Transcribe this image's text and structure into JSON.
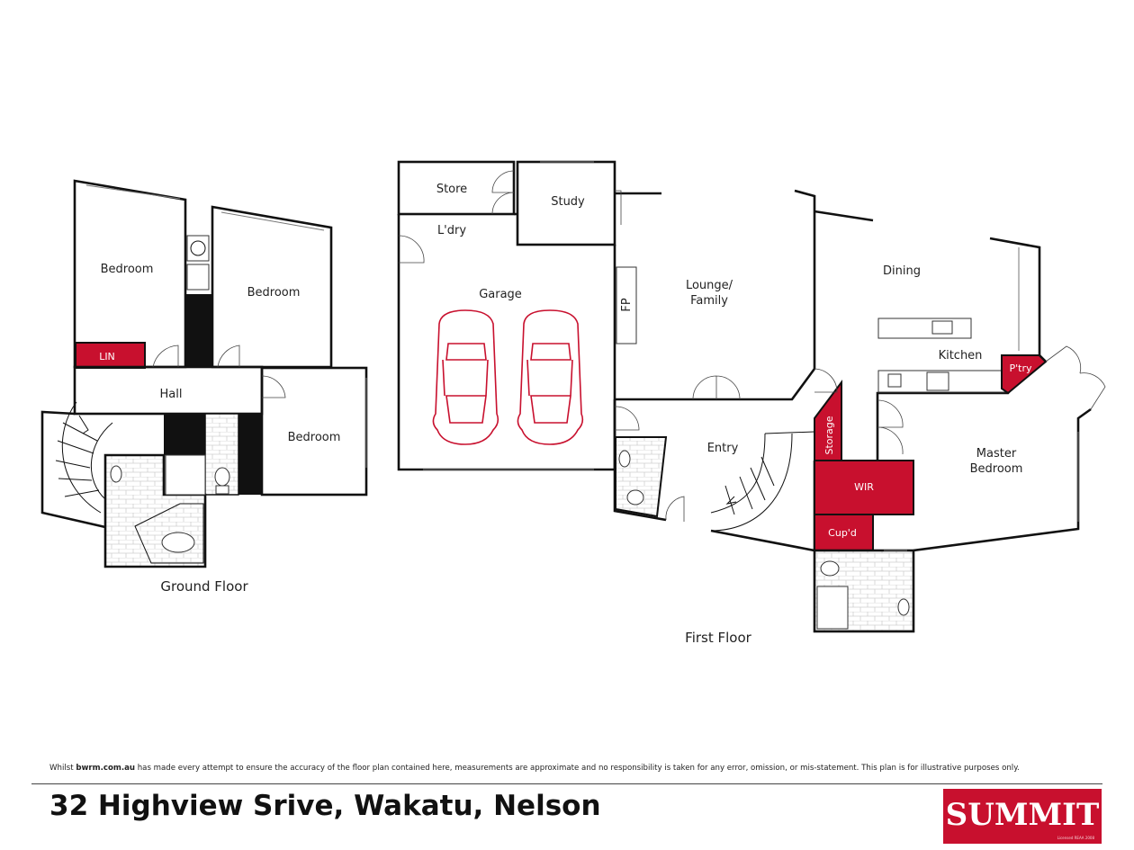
{
  "rooms": {
    "ground": {
      "bedroom_1": "Bedroom",
      "bedroom_2": "Bedroom",
      "bedroom_3": "Bedroom",
      "hall": "Hall",
      "linen": "LIN"
    },
    "first": {
      "store": "Store",
      "study": "Study",
      "laundry": "L'dry",
      "garage": "Garage",
      "fireplace": "FP",
      "lounge_line1": "Lounge/",
      "lounge_line2": "Family",
      "dining": "Dining",
      "kitchen": "Kitchen",
      "pantry": "P'try",
      "entry": "Entry",
      "storage": "Storage",
      "wir": "WIR",
      "cupboard": "Cup'd",
      "master_line1": "Master",
      "master_line2": "Bedroom"
    }
  },
  "floor_labels": {
    "ground": "Ground Floor",
    "first": "First Floor"
  },
  "footer": {
    "disclaimer_prefix": "Whilst ",
    "disclaimer_site": "bwrm.com.au",
    "disclaimer_rest": " has made every attempt to ensure the accuracy of the floor plan contained here, measurements are approximate and no responsibility is taken for any error, omission, or mis-statement. This plan is for illustrative purposes only.",
    "address": "32 Highview Srive, Wakatu, Nelson",
    "logo": "SUMMIT",
    "logo_sub": "Licensed REAA 2008"
  },
  "colors": {
    "accent": "#c8102e",
    "walls": "#111111",
    "background": "#ffffff"
  }
}
